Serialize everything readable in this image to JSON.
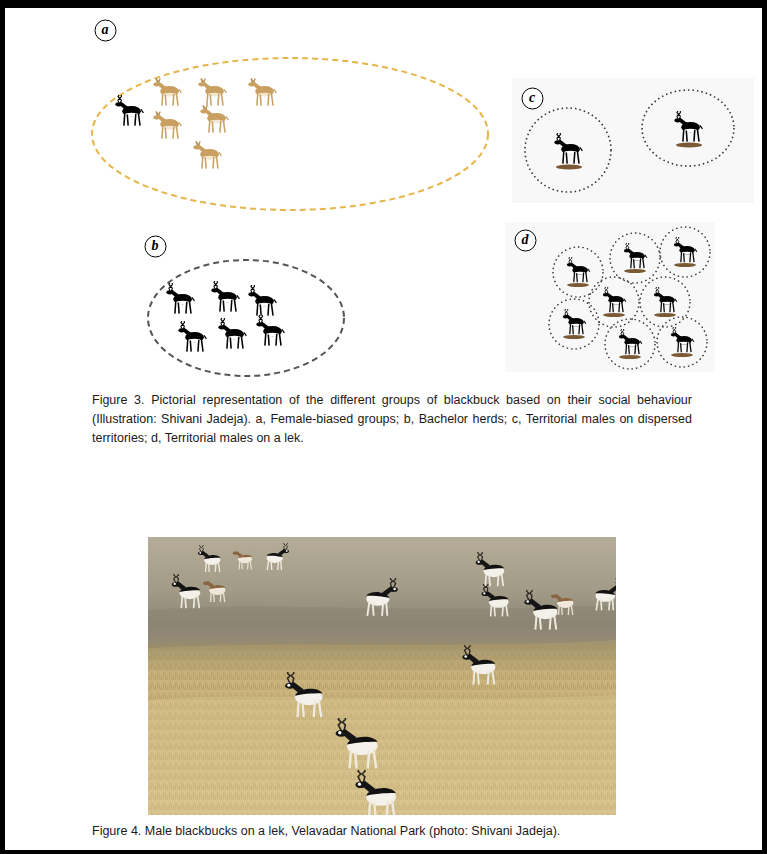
{
  "diagram": {
    "caption": "Figure 3. Pictorial representation of the different groups of blackbuck based on their social behaviour (Illustration: Shivani Jadeja). a, Female-biased groups; b, Bachelor herds; c, Territorial males on dispersed territories; d, Territorial males on a lek.",
    "nodes": [
      {
        "text": [
          "a"
        ]
      },
      {
        "text": [
          "b"
        ]
      },
      {
        "text": [
          "c"
        ]
      },
      {
        "text": [
          "d"
        ]
      }
    ],
    "labels": [
      "Figure 4. Male blackbucks on a lek, Velavadar National Park (photo: Shivani Jadeja)."
    ]
  }
}
